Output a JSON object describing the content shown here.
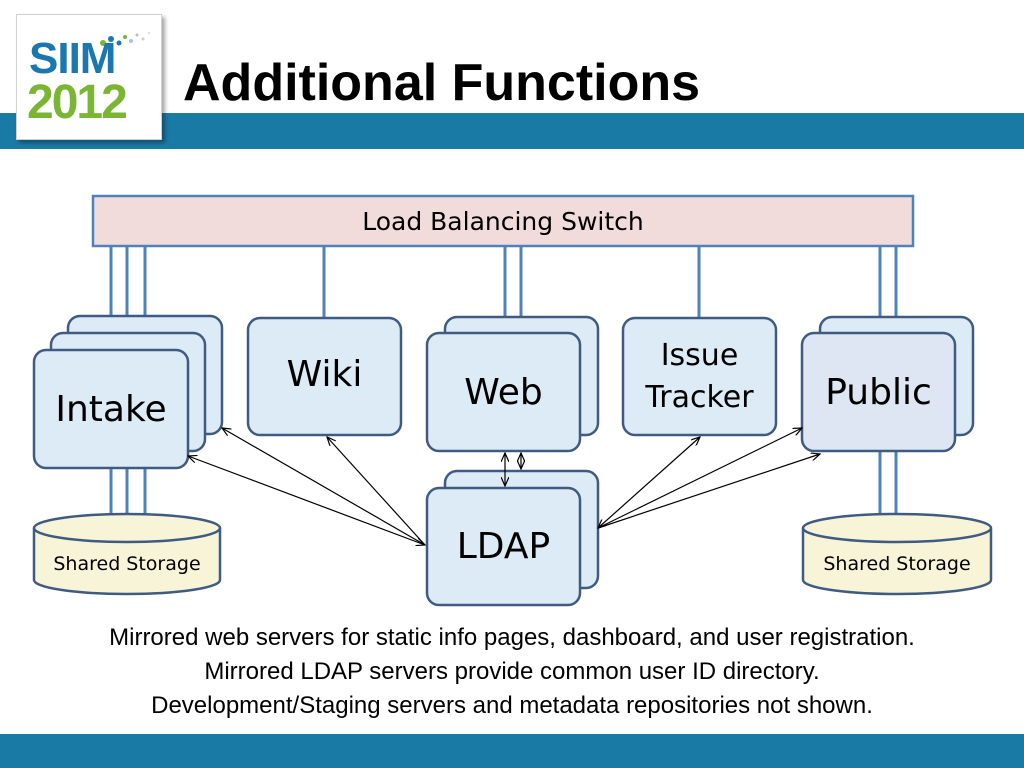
{
  "slide": {
    "title": "Additional Functions",
    "logo": {
      "top_text": "SIIM",
      "bottom_text": "2012"
    },
    "colors": {
      "band": "#1a7aa6",
      "logo_blue": "#1b77ae",
      "logo_green": "#7ab534",
      "switch_fill": "#f2dcdb",
      "box_fill": "#dcebf5",
      "line": "#4f81bd"
    }
  },
  "diagram": {
    "switch_label": "Load Balancing Switch",
    "nodes": {
      "intake": "Intake",
      "wiki": "Wiki",
      "web": "Web",
      "issue_tracker": "Issue Tracker",
      "public": "Public",
      "ldap": "LDAP"
    },
    "storage": {
      "left": "Shared Storage",
      "right": "Shared Storage"
    }
  },
  "caption": {
    "line1": "Mirrored web servers for static info pages, dashboard, and user registration.",
    "line2": "Mirrored LDAP servers provide common user ID directory.",
    "line3": "Development/Staging servers and metadata repositories not shown."
  }
}
